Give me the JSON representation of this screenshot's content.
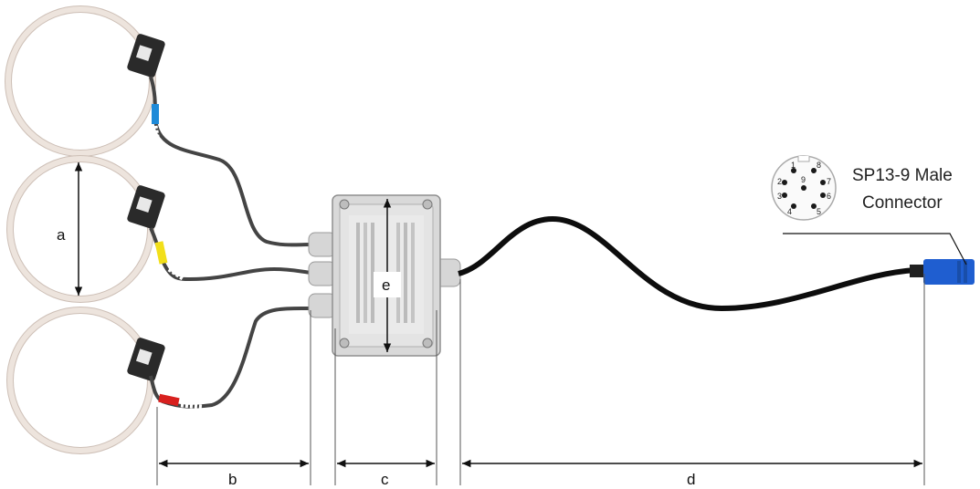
{
  "dimension_labels": {
    "a": "a",
    "b": "b",
    "c": "c",
    "d": "d",
    "e": "e"
  },
  "connector": {
    "title_line1": "SP13-9 Male",
    "title_line2": "Connector",
    "pins": [
      "1",
      "2",
      "3",
      "4",
      "5",
      "6",
      "7",
      "8",
      "9"
    ]
  },
  "colors": {
    "coil": "#ede4dd",
    "coil_edge": "#cdbfb6",
    "cable": "#444444",
    "main_cable": "#0d0d0d",
    "enclosure": "#dcdcdc",
    "plug": "#1f5ed0",
    "band_blue": "#1e8ad8",
    "band_yellow": "#f2df1a",
    "band_red": "#d8201e"
  }
}
